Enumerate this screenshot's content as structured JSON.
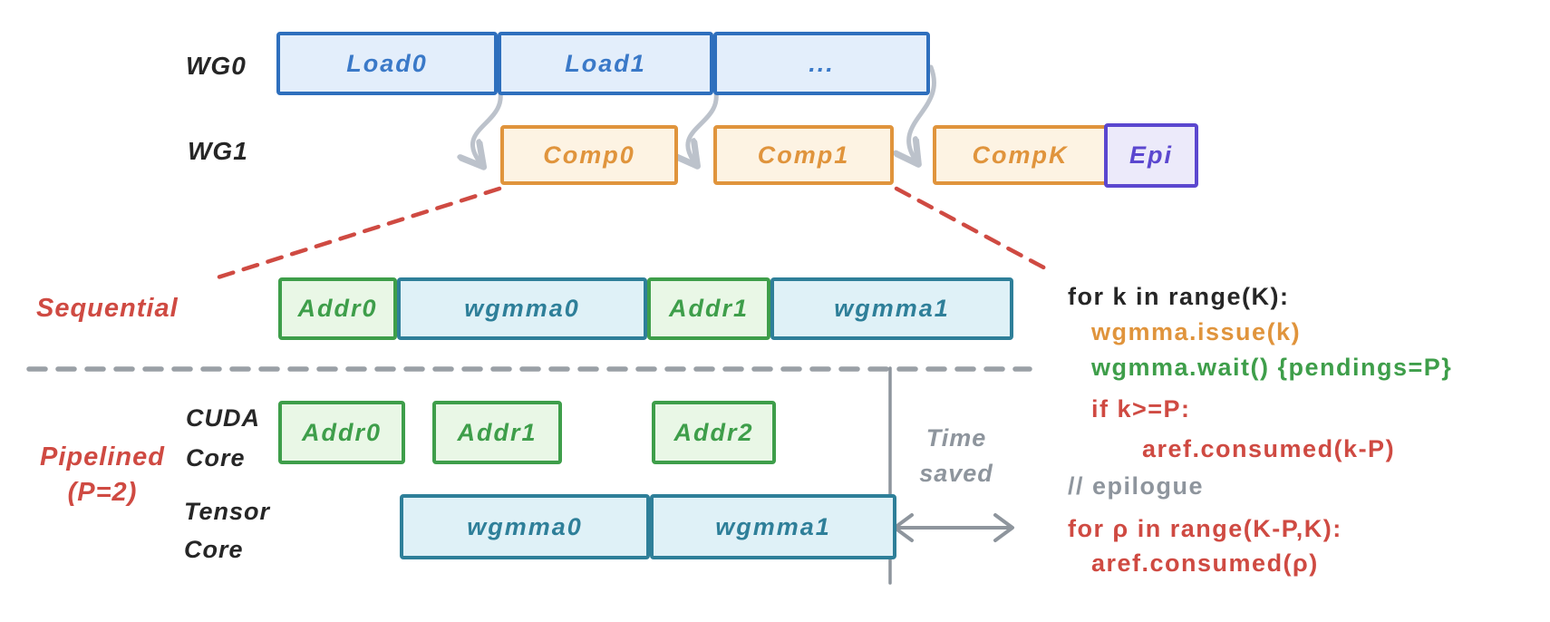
{
  "palette": {
    "blue_border": "#2e6fbd",
    "blue_fill": "#e3eefb",
    "blue_text": "#3a79c8",
    "orange_border": "#e0943c",
    "orange_fill": "#fdf3e3",
    "purple_border": "#5b47cf",
    "purple_fill": "#eceafa",
    "green_border": "#3e9e4a",
    "green_fill": "#e9f7e6",
    "teal_border": "#2e7f99",
    "teal_fill": "#dff1f7",
    "red_accent": "#cf4a42",
    "gray_annotation": "#8e959d",
    "arrow_silver": "#bcc2cb",
    "text_black": "#262626"
  },
  "timeline": {
    "wg0_label": "WG0",
    "wg1_label": "WG1",
    "wg0_boxes": [
      "Load0",
      "Load1",
      "..."
    ],
    "wg1_boxes": [
      "Comp0",
      "Comp1",
      "CompK"
    ],
    "epilogue_box": "Epi"
  },
  "sequential": {
    "label": "Sequential",
    "boxes": [
      "Addr0",
      "wgmma0",
      "Addr1",
      "wgmma1"
    ]
  },
  "pipelined": {
    "label": "Pipelined",
    "param_label": "(P=2)",
    "cuda_label_line1": "CUDA",
    "cuda_label_line2": "Core",
    "tensor_label_line1": "Tensor",
    "tensor_label_line2": "Core",
    "addr_boxes": [
      "Addr0",
      "Addr1",
      "Addr2"
    ],
    "wgmma_boxes": [
      "wgmma0",
      "wgmma1"
    ],
    "time_saved_line1": "Time",
    "time_saved_line2": "saved"
  },
  "code": {
    "lines": [
      {
        "text": "for k in range(K):",
        "color": "#262626"
      },
      {
        "text": "wgmma.issue(k)",
        "color": "#e0943c"
      },
      {
        "text": "wgmma.wait() {pendings=P}",
        "color": "#3e9e4a"
      },
      {
        "text": "if k>=P:",
        "color": "#cf4a42"
      },
      {
        "text": "aref.consumed(k-P)",
        "color": "#cf4a42"
      },
      {
        "text": "// epilogue",
        "color": "#8e959d"
      },
      {
        "text": "for ρ in range(K-P,K):",
        "color": "#cf4a42"
      },
      {
        "text": "aref.consumed(ρ)",
        "color": "#cf4a42"
      }
    ]
  }
}
